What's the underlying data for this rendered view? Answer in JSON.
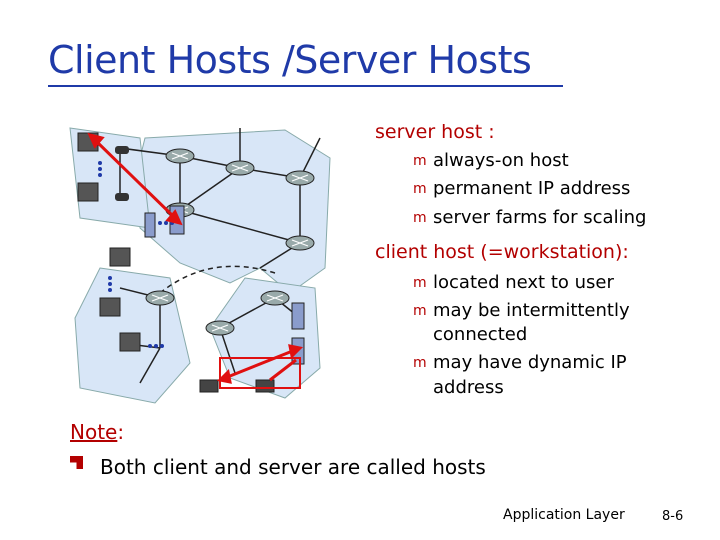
{
  "title": "Client Hosts /Server Hosts",
  "server": {
    "heading": "server host :",
    "bullets": [
      "always-on host",
      "permanent IP address",
      "server farms for scaling"
    ]
  },
  "client": {
    "heading": "client host (=workstation):",
    "bullets": [
      "located next to user",
      "may be intermittently",
      "connected",
      "may have dynamic IP",
      "address"
    ]
  },
  "note": {
    "label": "Note",
    "colon": ":",
    "text": "Both client and server are called hosts"
  },
  "footer": {
    "label": "Application Layer",
    "page": "8-6"
  },
  "colors": {
    "title": "#1f3aa8",
    "accent": "#b30000",
    "arrow": "#e01010",
    "network_fill": "#d8e6f7"
  }
}
